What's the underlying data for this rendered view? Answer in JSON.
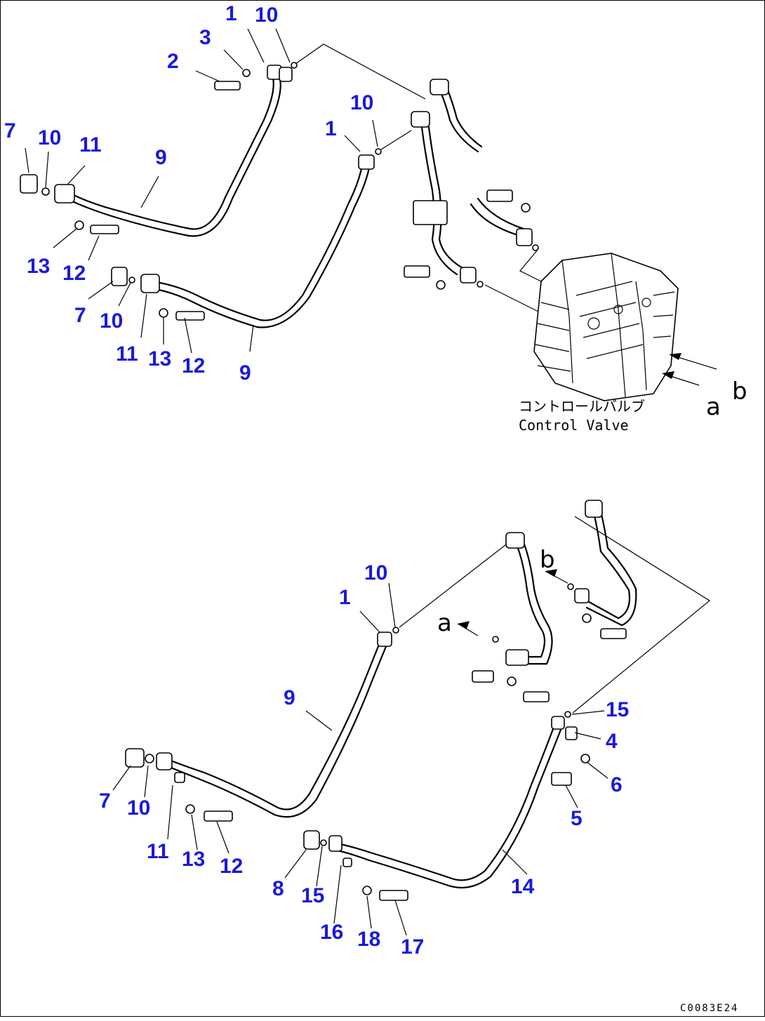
{
  "diagram": {
    "callouts_top": [
      "1",
      "10",
      "3",
      "2",
      "10",
      "1",
      "7",
      "10",
      "11",
      "9",
      "13",
      "12",
      "7",
      "10",
      "11",
      "13",
      "12",
      "9"
    ],
    "callouts_bottom": [
      "10",
      "1",
      "9",
      "15",
      "4",
      "6",
      "5",
      "7",
      "10",
      "11",
      "13",
      "12",
      "8",
      "15",
      "16",
      "18",
      "17",
      "14"
    ],
    "control_valve_jp": "コントロールバルブ",
    "control_valve_en": "Control Valve",
    "letter_a": "a",
    "letter_b": "b",
    "figure_code": "C0083E24"
  }
}
